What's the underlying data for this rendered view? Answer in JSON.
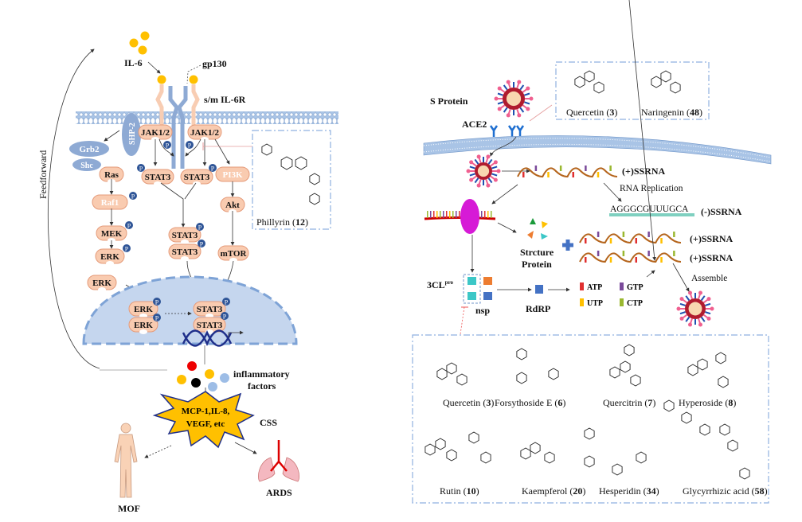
{
  "left": {
    "ligand": "IL-6",
    "gp130": "gp130",
    "receptor": "s/m IL-6R",
    "shp2": "SHP-2",
    "grb2": "Grb2",
    "shc": "Shc",
    "ras": "Ras",
    "raf1": "Raf1",
    "mek": "MEK",
    "erk": "ERK",
    "jak": "JAK1/2",
    "stat3": "STAT3",
    "pi3k": "PI3K",
    "akt": "Akt",
    "mtor": "mTOR",
    "phospho": "P",
    "phillyrin": "Phillyrin",
    "phillyrin_num": "12",
    "feedforward": "Feedforward",
    "inflammatory_1": "inflammatory",
    "inflammatory_2": "factors",
    "cytokines_1": "MCP-1,IL-8,",
    "cytokines_2": "VEGF, etc",
    "css": "CSS",
    "mof": "MOF",
    "ards": "ARDS"
  },
  "right": {
    "s_protein": "S Protein",
    "ace2": "ACE2",
    "top_box": [
      {
        "name": "Quercetin",
        "num": "3"
      },
      {
        "name": "Naringenin",
        "num": "48"
      }
    ],
    "pos_ssrna": "(+)SSRNA",
    "rna_replication": "RNA Replication",
    "sequence": "AGGGCGUUUGCA",
    "neg_ssrna": "(-)SSRNA",
    "structure_protein_1": "Strcture",
    "structure_protein_2": "Protein",
    "assemble": "Assemble",
    "tcl": "3CL",
    "tcl_sup": "pro",
    "nsp": "nsp",
    "rdrp": "RdRP",
    "ntp": [
      "ATP",
      "GTP",
      "UTP",
      "CTP"
    ],
    "compounds": [
      {
        "name": "Quercetin",
        "num": "3"
      },
      {
        "name": "Forsythoside E",
        "num": "6"
      },
      {
        "name": "Quercitrin",
        "num": "7"
      },
      {
        "name": "Hyperoside",
        "num": "8"
      },
      {
        "name": "Rutin",
        "num": "10"
      },
      {
        "name": "Kaempferol",
        "num": "20"
      },
      {
        "name": "Hesperidin",
        "num": "34"
      },
      {
        "name": "Glycyrrhizic acid",
        "num": "58"
      }
    ]
  },
  "colors": {
    "protein": "#f9cbb0",
    "kinase_red": "#ee0000",
    "receptor_blue": "#8eaad4",
    "il6_yellow": "#ffc000",
    "nucleus": "#c5d6ee",
    "ntp": [
      "#e03030",
      "#7a4a9a",
      "#ffc000",
      "#9ab830"
    ]
  }
}
